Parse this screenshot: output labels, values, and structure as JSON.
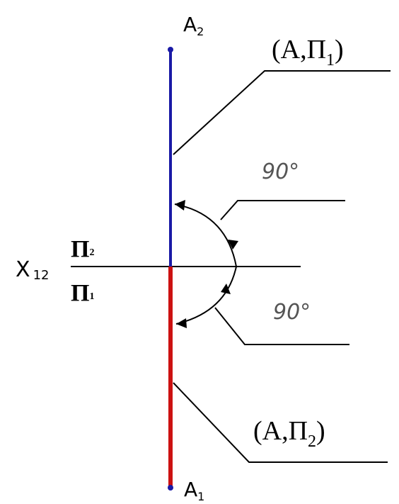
{
  "points": {
    "a2": {
      "base": "A",
      "sub": "2"
    },
    "a1": {
      "base": "A",
      "sub": "1"
    }
  },
  "callouts": {
    "top": {
      "pre": "(A,Π",
      "sub": "1",
      "post": ")"
    },
    "bottom": {
      "pre": "(A,Π",
      "sub": "2",
      "post": ")"
    }
  },
  "angles": {
    "upper": "90°",
    "lower": "90°"
  },
  "axis": {
    "base": "X",
    "sub": "12",
    "upper_plane": {
      "base": "Π",
      "sub": "2"
    },
    "lower_plane": {
      "base": "Π",
      "sub": "1"
    }
  },
  "colors": {
    "upper_segment": "#1a1aa6",
    "lower_segment": "#cc1111",
    "point_a2": "#1a1aa6",
    "point_a1": "#1a1aa6",
    "lines": "#000000"
  }
}
